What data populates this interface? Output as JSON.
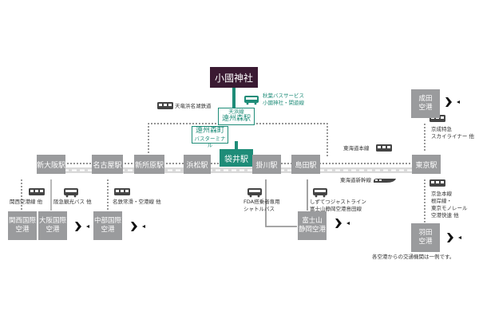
{
  "destination": "小國神社",
  "bus_service": [
    "秋葉バスサービス",
    "小國神社・閑遊線"
  ],
  "stations": {
    "shin_osaka": "新大阪駅",
    "nagoya": "名古屋駅",
    "shin_tokorohara": "新所原駅",
    "hamamatsu": "浜松駅",
    "fukuroi": "袋井駅",
    "kakegawa": "掛川駅",
    "shimada": "島田駅",
    "tokyo": "東京駅"
  },
  "enshu_mori": {
    "line": "天浜線",
    "name": "遠州森駅"
  },
  "enshu_morimachi": {
    "name": "遠州森町",
    "sub": "バスターミナル"
  },
  "airports": {
    "kansai": [
      "関西国際",
      "空港"
    ],
    "osaka": [
      "大阪国際",
      "空港"
    ],
    "chubu": [
      "中部国際",
      "空港"
    ],
    "fujisan": [
      "富士山",
      "静岡空港"
    ],
    "narita": [
      "成田",
      "空港"
    ],
    "haneda": [
      "羽田",
      "空港"
    ]
  },
  "labels": {
    "tenhama": "天竜浜名湖鉄道",
    "tokaido_line": "東海道本線",
    "tokaido_shinkansen": "東海道新幹線",
    "kansai_access": "関西空港線 他",
    "hankyu": "阪急観光バス 他",
    "meitetsu": "名鉄常滑・空港線 他",
    "fda": [
      "FDA搭乗者専用",
      "シャトルバス"
    ],
    "shizutetsu": [
      "しずてつジャストライン",
      "富士山静岡空港島田線"
    ],
    "keisei": [
      "京成特急",
      "スカイライナー 他"
    ],
    "keikyu": [
      "京急本線",
      "根岸線・",
      "東京モノレール",
      "空港快速 他"
    ],
    "note": "各空港からの交通機関は一例です。"
  },
  "colors": {
    "station": "#9a9b9d",
    "shrine": "#3a1a32",
    "teal": "#1e8c78",
    "rail": "#555555"
  }
}
